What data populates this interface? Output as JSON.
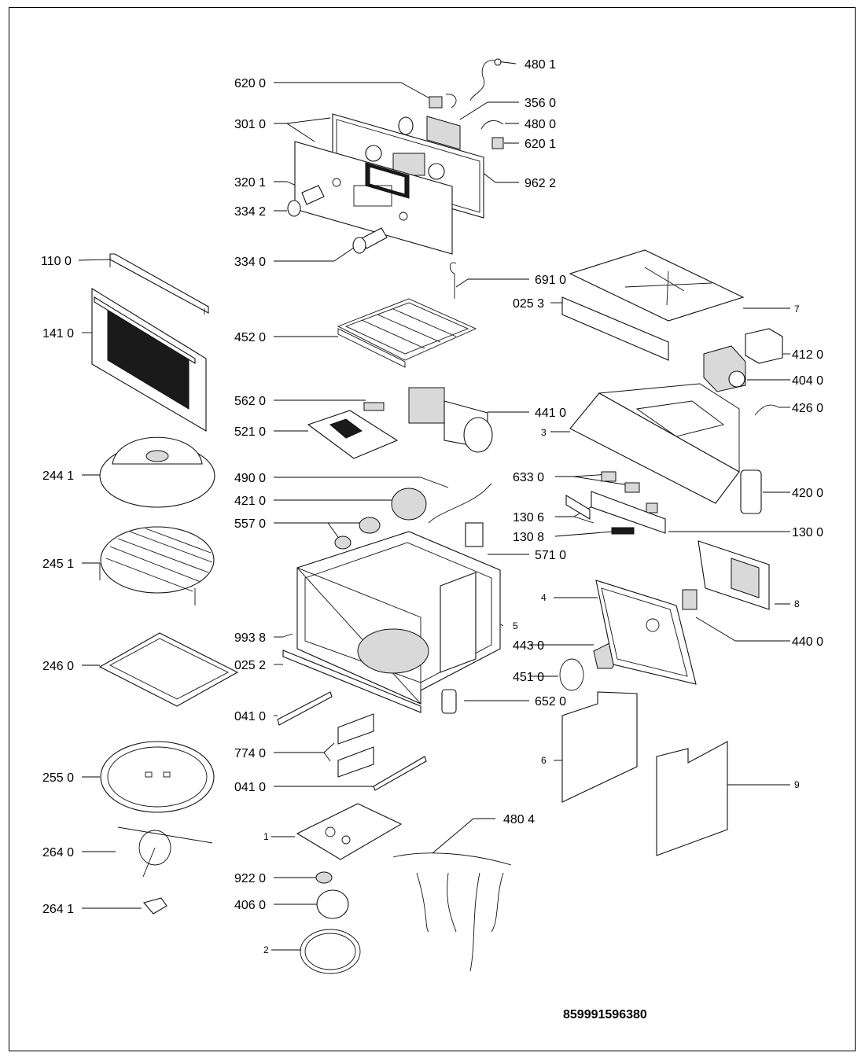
{
  "document_number": "859991596380",
  "part_labels": {
    "p4801a": "480 1",
    "p6200": "620 0",
    "p3560": "356 0",
    "p3010": "301 0",
    "p4800": "480 0",
    "p6201": "620 1",
    "p9622": "962 2",
    "p3201": "320 1",
    "p3342": "334 2",
    "p3340": "334 0",
    "p1100": "110 0",
    "p6910": "691 0",
    "p0253": "025 3",
    "p7": "7",
    "p1410": "141 0",
    "p4520": "452 0",
    "p4120": "412 0",
    "p4040": "404 0",
    "p5620": "562 0",
    "p4410": "441 0",
    "p4260": "426 0",
    "p5210": "521 0",
    "p3": "3",
    "p2441": "244 1",
    "p4900": "490 0",
    "p6330": "633 0",
    "p4200": "420 0",
    "p4210": "421 0",
    "p1306": "130 6",
    "p5570": "557 0",
    "p1308": "130 8",
    "p1300": "130 0",
    "p5710": "571 0",
    "p2451": "245 1",
    "p4": "4",
    "p8": "8",
    "p5": "5",
    "p9938": "993 8",
    "p4430": "443 0",
    "p4400": "440 0",
    "p2460": "246 0",
    "p0252": "025 2",
    "p4510": "451 0",
    "p6520": "652 0",
    "p0410a": "041 0",
    "p6": "6",
    "p7740": "774 0",
    "p2550": "255 0",
    "p0410b": "041 0",
    "p9": "9",
    "p4804": "480 4",
    "p1": "1",
    "p2640": "264 0",
    "p9220": "922 0",
    "p4060": "406 0",
    "p2641": "264 1",
    "p2": "2"
  }
}
